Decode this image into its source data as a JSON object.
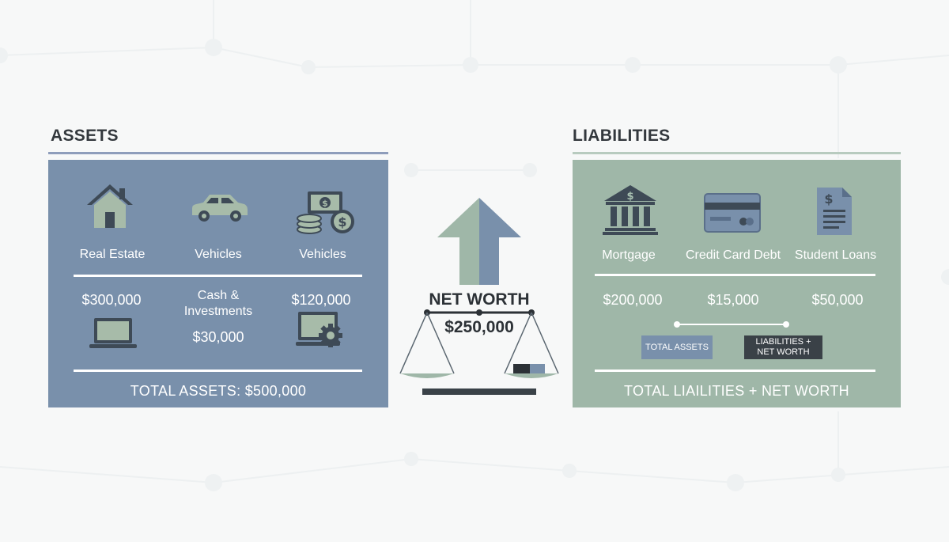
{
  "colors": {
    "assets_panel": "#7990ab",
    "liabilities_panel": "#9fb7a8",
    "icon_dark": "#3e4a56",
    "arrow_green": "#9fb7a8",
    "arrow_blue": "#7990ab",
    "dark_text": "#2c3136"
  },
  "assets": {
    "title": "ASSETS",
    "items": [
      {
        "label": "Real Estate",
        "icon": "house-icon"
      },
      {
        "label": "Vehicles",
        "icon": "car-icon"
      },
      {
        "label": "Vehicles",
        "icon": "cash-stack-icon"
      }
    ],
    "values": {
      "real_estate": "$300,000",
      "cash_label": "Cash & Investments",
      "cash_value": "$30,000",
      "vehicles": "$120,000"
    },
    "extra_icons": [
      "laptop-icon",
      "computer-settings-icon"
    ],
    "total": "TOTAL ASSETS: $500,000"
  },
  "center": {
    "label": "NET WORTH",
    "value": "$250,000",
    "icons": [
      "up-arrow-icon",
      "balance-scale-icon"
    ]
  },
  "liabilities": {
    "title": "LIABILITIES",
    "items": [
      {
        "label": "Mortgage",
        "value": "$200,000",
        "icon": "bank-icon"
      },
      {
        "label": "Credit Card Debt",
        "value": "$15,000",
        "icon": "credit-card-icon"
      },
      {
        "label": "Student Loans",
        "value": "$50,000",
        "icon": "document-dollar-icon"
      }
    ],
    "pill_total_assets": "TOTAL ASSETS",
    "pill_liab_net": "LIABILITIES + NET WORTH",
    "total": "TOTAL LIAILITIES + NET WORTH"
  }
}
